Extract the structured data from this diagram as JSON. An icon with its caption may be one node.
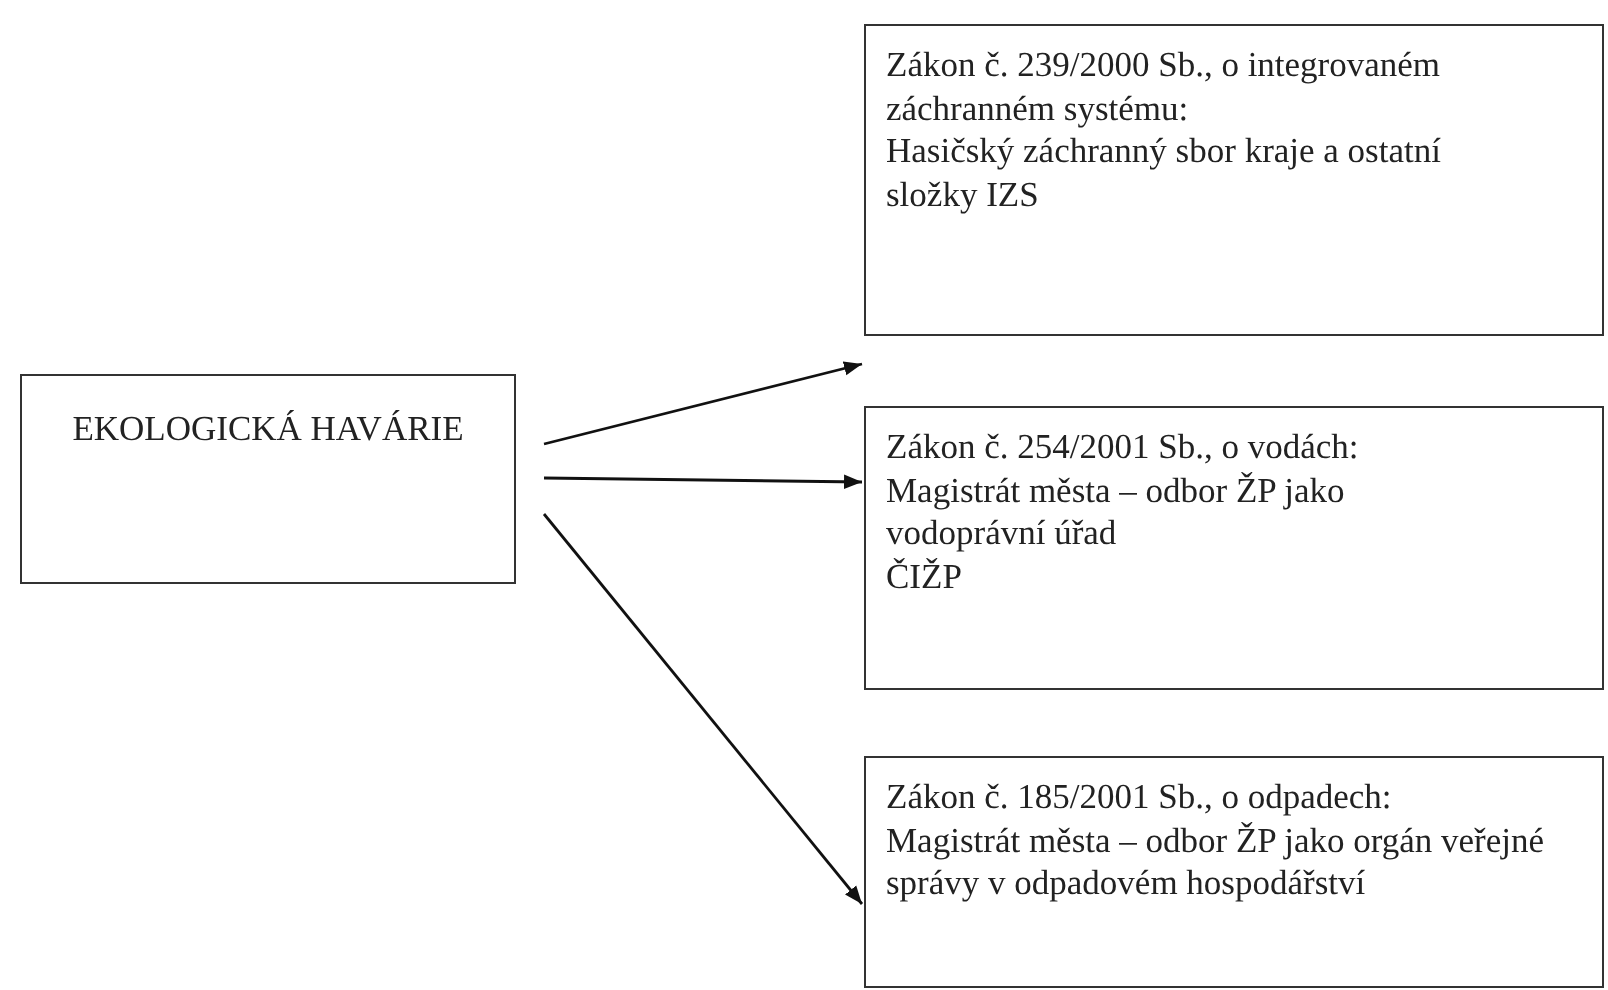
{
  "diagram": {
    "nodes": [
      {
        "text": [
          "EKOLOGICKÁ HAVÁRIE"
        ]
      },
      {
        "text": [
          "Zákon č. 239/2000 Sb., o integrovaném záchranném systému:",
          "Hasičský záchranný sbor kraje  a ostatní složky IZS"
        ]
      },
      {
        "text": [
          "Zákon č. 254/2001 Sb., o vodách:",
          "Magistrát města – odbor ŽP jako vodoprávní úřad",
          "ČIŽP"
        ]
      },
      {
        "text": [
          "Zákon č. 185/2001 Sb., o odpadech:",
          "Magistrát města – odbor ŽP jako orgán veřejné správy v odpadovém hospodářství"
        ]
      }
    ],
    "edges": [
      {
        "from": 0,
        "to": 1,
        "arrow": "to"
      },
      {
        "from": 0,
        "to": 2,
        "arrow": "to"
      },
      {
        "from": 0,
        "to": 3,
        "arrow": "to"
      }
    ]
  }
}
